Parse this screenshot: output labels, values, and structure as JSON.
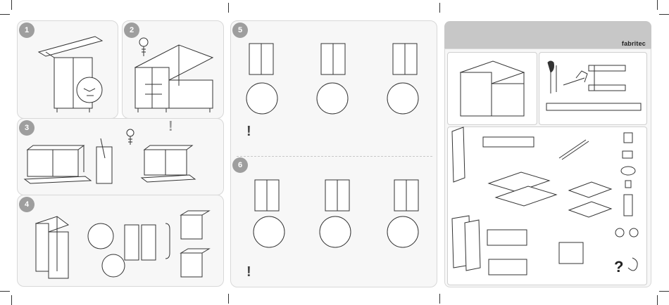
{
  "brand": {
    "name": "fabritec"
  },
  "steps": {
    "s1": "1",
    "s2": "2",
    "s3": "3",
    "s4": "4",
    "s5": "5",
    "s6": "6"
  },
  "marks": {
    "warning": "!",
    "question": "?"
  },
  "colors": {
    "panel": "#f7f7f7",
    "step": "#9e9e9e",
    "line": "#333333",
    "warning": "#444444",
    "warning_light": "#9a9a9a",
    "header": "#c7c7c7"
  }
}
